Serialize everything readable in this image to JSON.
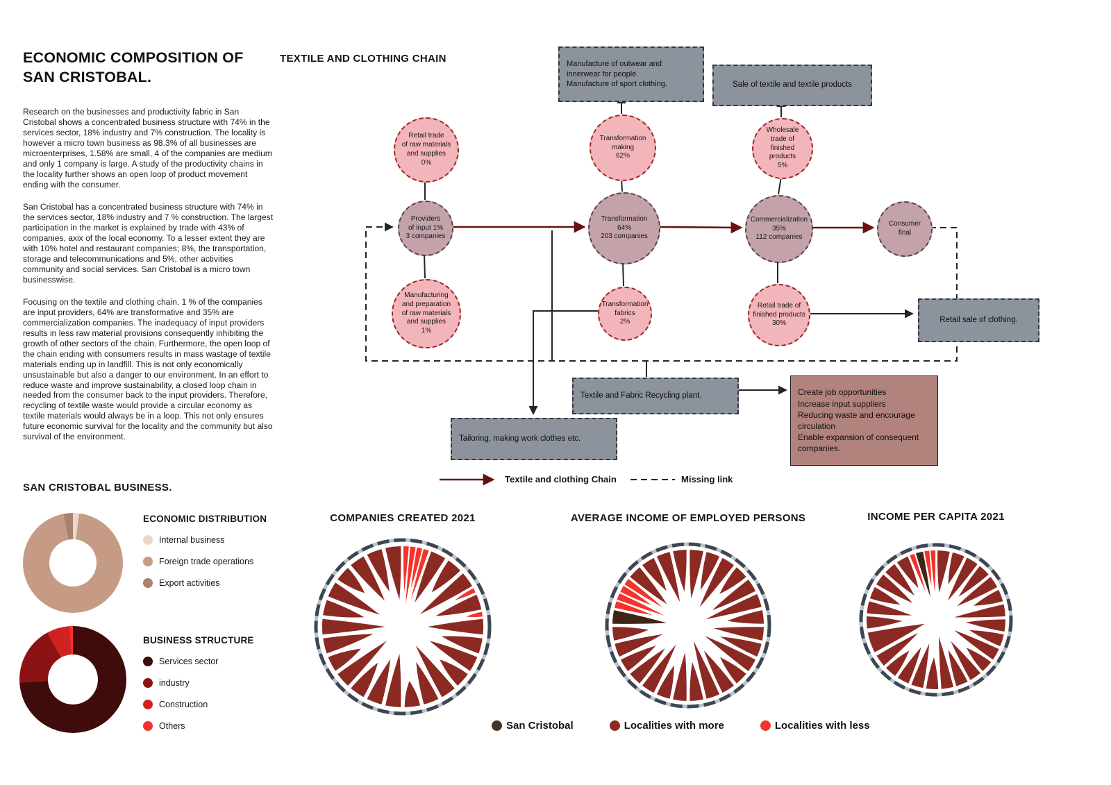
{
  "header": {
    "title": "ECONOMIC COMPOSITION OF SAN CRISTOBAL.",
    "paragraphs": [
      "Research on the businesses and productivity fabric in San Cristobal shows a concentrated business structure with 74% in the services sector, 18% industry and 7% construction. The locality is however a micro town business as 98.3% of all businesses are microenterprises, 1.58% are small, 4 of the companies are medium and only 1 company is large. A study of the productivity chains in the locality further shows an open loop of product movement ending with the consumer.",
      "San Cristobal has a concentrated business structure with 74% in the services sector, 18% industry and 7 % construction. The largest participation in the market is explained by trade with 43% of companies, axix of the local economy. To a lesser extent they are with 10% hotel and restaurant companies; 8%, the transportation, storage and telecommunications and 5%, other activities community and social services. San Cristobal is a micro town businesswise.",
      "Focusing on the textile and clothing chain, 1 % of the companies are input providers, 64% are transformative and 35% are commercialization companies. The inadequacy of input providers results in less raw material provisions consequently inhibiting the growth of other sectors of the chain. Furthermore, the open loop of the chain ending with consumers results in mass wastage of textile materials ending up in landfill. This is not only economically unsustainable but also a danger to our environment. In an effort to reduce waste and improve sustainability, a closed loop chain in needed from the consumer back to the input providers. Therefore, recycling of textile waste would provide a circular economy as textile materials would always be in a loop. This not only ensures future economic survival for the locality and the community but also survival of the environment."
    ]
  },
  "business": {
    "heading": "SAN CRISTOBAL  BUSINESS."
  },
  "chain": {
    "title": "TEXTILE AND CLOTHING CHAIN",
    "nodes": [
      {
        "id": "retail-raw",
        "type": "pink",
        "lines": [
          "Retail trade",
          "of raw materials",
          "and supplies",
          "0%"
        ]
      },
      {
        "id": "providers",
        "type": "mauve",
        "lines": [
          "Providers",
          "of input 1%",
          "3 companies"
        ]
      },
      {
        "id": "manufacturing-prep",
        "type": "pink",
        "lines": [
          "Manufacturing",
          "and preparation",
          "of raw materials",
          "and supplies",
          "1%"
        ]
      },
      {
        "id": "transformation-making",
        "type": "pink",
        "lines": [
          "Transformation",
          "making",
          "62%"
        ]
      },
      {
        "id": "transformation",
        "type": "mauve",
        "lines": [
          "Transformation",
          "64%",
          "203 companies"
        ]
      },
      {
        "id": "transformation-fabrics",
        "type": "pink",
        "lines": [
          "Transformation",
          "fabrics",
          "2%"
        ]
      },
      {
        "id": "wholesale",
        "type": "pink",
        "lines": [
          "Wholesale",
          "trade of",
          "finished",
          "products",
          "5%"
        ]
      },
      {
        "id": "commercialization",
        "type": "mauve",
        "lines": [
          "Commercialization",
          "35%",
          "112 companies"
        ]
      },
      {
        "id": "retail-finished",
        "type": "pink",
        "lines": [
          "Retail trade of",
          "finished products",
          "30%"
        ]
      },
      {
        "id": "consumer",
        "type": "mauve",
        "lines": [
          "Consumer",
          "final"
        ]
      }
    ],
    "boxes": [
      {
        "id": "manufacture-outwear",
        "type": "gray",
        "lines": [
          "Manufacture of outwear and",
          "innerwear for people.",
          "Manufacture of sport clothing."
        ]
      },
      {
        "id": "sale-textile",
        "type": "gray",
        "lines": [
          "Sale of textile and textile products"
        ]
      },
      {
        "id": "retail-sale-clothing",
        "type": "gray",
        "lines": [
          "Retail sale of clothing."
        ]
      },
      {
        "id": "recycling-plant",
        "type": "gray",
        "lines": [
          "Textile and Fabric Recycling plant."
        ]
      },
      {
        "id": "tailoring",
        "type": "gray",
        "lines": [
          "Tailoring, making work clothes etc."
        ]
      },
      {
        "id": "benefits",
        "type": "brown",
        "lines": [
          "Create job opportunities",
          "Increase input suppliers",
          "Reducing waste and encourage circulation",
          "Enable expansion of consequent companies."
        ]
      }
    ],
    "legend": {
      "chain_label": "Textile  and clothing Chain",
      "missing_label": "Missing link"
    },
    "colors": {
      "chain_arrow": "#6b1010",
      "missing_link": "#22262b",
      "pink_node": "#f2b5b9",
      "mauve_node": "#c4a2aa",
      "gray_box": "#8d939c",
      "brown_box": "#b2837c"
    }
  },
  "petal_palette": {
    "sc": "#3f2518",
    "more": "#8b2a23",
    "less": "#f3342c"
  },
  "radial_legend": [
    {
      "key": "sc",
      "label": "San Cristobal",
      "color": "#4a3222"
    },
    {
      "key": "more",
      "label": "Localities with more",
      "color": "#8b2a23"
    },
    {
      "key": "less",
      "label": "Localities with less",
      "color": "#f3342c"
    }
  ],
  "chart_data": [
    {
      "type": "pie",
      "donut": true,
      "title": "ECONOMIC DISTRIBUTION",
      "labels": [
        "Internal business",
        "Foreign trade operations",
        "Export activities"
      ],
      "values": [
        2,
        95,
        3
      ],
      "colors": [
        "#ecd7c9",
        "#c59b85",
        "#a8826f"
      ],
      "legend_position": "right"
    },
    {
      "type": "pie",
      "donut": true,
      "title": "BUSINESS STRUCTURE",
      "labels": [
        "Services sector",
        "industry",
        "Construction",
        "Others"
      ],
      "values": [
        74,
        18,
        7,
        1
      ],
      "colors": [
        "#400b0b",
        "#8c1313",
        "#d12222",
        "#f8312c"
      ],
      "legend_position": "right"
    },
    {
      "type": "radial-petal",
      "title": "COMPANIES CREATED 2021",
      "petals": [
        {
          "v": 0.62,
          "c": "less",
          "w": 0.35
        },
        {
          "v": 0.78,
          "c": "less",
          "w": 0.35
        },
        {
          "v": 0.55,
          "c": "less",
          "w": 0.35
        },
        {
          "v": 0.7,
          "c": "less",
          "w": 0.35
        },
        {
          "v": 0.72,
          "c": "more"
        },
        {
          "v": 0.48,
          "c": "more"
        },
        {
          "v": 0.8,
          "c": "more"
        },
        {
          "v": 0.3,
          "c": "less",
          "w": 0.3
        },
        {
          "v": 0.62,
          "c": "more"
        },
        {
          "v": 0.22,
          "c": "less",
          "w": 0.3
        },
        {
          "v": 0.75,
          "c": "more"
        },
        {
          "v": 0.55,
          "c": "more"
        },
        {
          "v": 0.68,
          "c": "more"
        },
        {
          "v": 0.42,
          "c": "more"
        },
        {
          "v": 0.78,
          "c": "more"
        },
        {
          "v": 0.58,
          "c": "more"
        },
        {
          "v": 0.35,
          "c": "more"
        },
        {
          "v": 0.72,
          "c": "more"
        },
        {
          "v": 0.62,
          "c": "more"
        },
        {
          "v": 0.5,
          "c": "more"
        },
        {
          "v": 0.8,
          "c": "more"
        },
        {
          "v": 0.45,
          "c": "more"
        },
        {
          "v": 0.68,
          "c": "more"
        },
        {
          "v": 0.85,
          "c": "more"
        },
        {
          "v": 0.55,
          "c": "more"
        },
        {
          "v": 0.74,
          "c": "more"
        },
        {
          "v": 0.4,
          "c": "more"
        },
        {
          "v": 0.66,
          "c": "more"
        },
        {
          "v": 0.58,
          "c": "more"
        },
        {
          "v": 0.72,
          "c": "more"
        }
      ]
    },
    {
      "type": "radial-petal",
      "title": "AVERAGE INCOME OF EMPLOYED PERSONS",
      "petals": [
        {
          "v": 0.7,
          "c": "more"
        },
        {
          "v": 0.55,
          "c": "more"
        },
        {
          "v": 0.78,
          "c": "more"
        },
        {
          "v": 0.45,
          "c": "more"
        },
        {
          "v": 0.68,
          "c": "more"
        },
        {
          "v": 0.82,
          "c": "more"
        },
        {
          "v": 0.52,
          "c": "more"
        },
        {
          "v": 0.72,
          "c": "more"
        },
        {
          "v": 0.6,
          "c": "more"
        },
        {
          "v": 0.8,
          "c": "more"
        },
        {
          "v": 0.44,
          "c": "more"
        },
        {
          "v": 0.66,
          "c": "more"
        },
        {
          "v": 0.85,
          "c": "more"
        },
        {
          "v": 0.56,
          "c": "more"
        },
        {
          "v": 0.7,
          "c": "more"
        },
        {
          "v": 0.48,
          "c": "more"
        },
        {
          "v": 0.76,
          "c": "more"
        },
        {
          "v": 0.62,
          "c": "more"
        },
        {
          "v": 0.54,
          "c": "more"
        },
        {
          "v": 0.7,
          "c": "more"
        },
        {
          "v": 0.52,
          "c": "more"
        },
        {
          "v": 0.78,
          "c": "sc"
        },
        {
          "v": 0.55,
          "c": "less",
          "w": 0.5
        },
        {
          "v": 0.72,
          "c": "less",
          "w": 0.5
        },
        {
          "v": 0.48,
          "c": "less",
          "w": 0.5
        },
        {
          "v": 0.64,
          "c": "less",
          "w": 0.5
        },
        {
          "v": 0.66,
          "c": "more"
        },
        {
          "v": 0.5,
          "c": "more"
        },
        {
          "v": 0.73,
          "c": "more"
        },
        {
          "v": 0.6,
          "c": "more"
        }
      ]
    },
    {
      "type": "radial-petal",
      "title": "INCOME PER CAPITA 2021",
      "petals": [
        {
          "v": 0.66,
          "c": "more"
        },
        {
          "v": 0.5,
          "c": "more"
        },
        {
          "v": 0.74,
          "c": "more"
        },
        {
          "v": 0.58,
          "c": "more"
        },
        {
          "v": 0.7,
          "c": "more"
        },
        {
          "v": 0.46,
          "c": "more"
        },
        {
          "v": 0.8,
          "c": "more"
        },
        {
          "v": 0.62,
          "c": "more"
        },
        {
          "v": 0.54,
          "c": "more"
        },
        {
          "v": 0.76,
          "c": "more"
        },
        {
          "v": 0.44,
          "c": "more"
        },
        {
          "v": 0.68,
          "c": "more"
        },
        {
          "v": 0.58,
          "c": "more"
        },
        {
          "v": 0.82,
          "c": "more"
        },
        {
          "v": 0.5,
          "c": "more"
        },
        {
          "v": 0.7,
          "c": "more"
        },
        {
          "v": 0.6,
          "c": "more"
        },
        {
          "v": 0.45,
          "c": "more"
        },
        {
          "v": 0.74,
          "c": "more"
        },
        {
          "v": 0.9,
          "c": "more",
          "w": 1.7
        },
        {
          "v": 0.56,
          "c": "more"
        },
        {
          "v": 0.7,
          "c": "more"
        },
        {
          "v": 0.48,
          "c": "more"
        },
        {
          "v": 0.64,
          "c": "more"
        },
        {
          "v": 0.58,
          "c": "more"
        },
        {
          "v": 0.52,
          "c": "more"
        },
        {
          "v": 0.62,
          "c": "less",
          "w": 0.4
        },
        {
          "v": 0.72,
          "c": "sc",
          "w": 0.6
        },
        {
          "v": 0.55,
          "c": "less",
          "w": 0.4
        },
        {
          "v": 0.66,
          "c": "less",
          "w": 0.4
        }
      ]
    }
  ]
}
